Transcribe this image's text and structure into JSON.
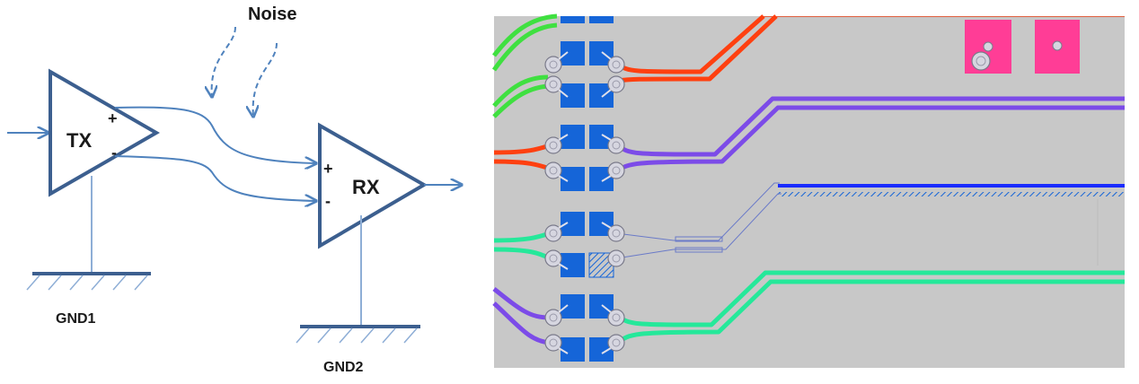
{
  "schematic": {
    "noise_label": "Noise",
    "tx_label": "TX",
    "rx_label": "RX",
    "tx_plus": "+",
    "tx_minus": "-",
    "rx_plus": "+",
    "rx_minus": "-",
    "gnd1_label": "GND1",
    "gnd2_label": "GND2"
  },
  "colors": {
    "schematic_line": "#3c5f8f",
    "signal_line": "#4f82bd",
    "ground_line": "#8eaed6",
    "pcb_background": "#c8c8c8",
    "pad_blue": "#1565d8",
    "pad_pink": "#ff3d96",
    "trace_red": "#ff4010",
    "trace_green": "#3fe040",
    "trace_purple": "#7c4be8",
    "trace_aqua": "#25e89a",
    "trace_blue": "#1a2cff"
  }
}
